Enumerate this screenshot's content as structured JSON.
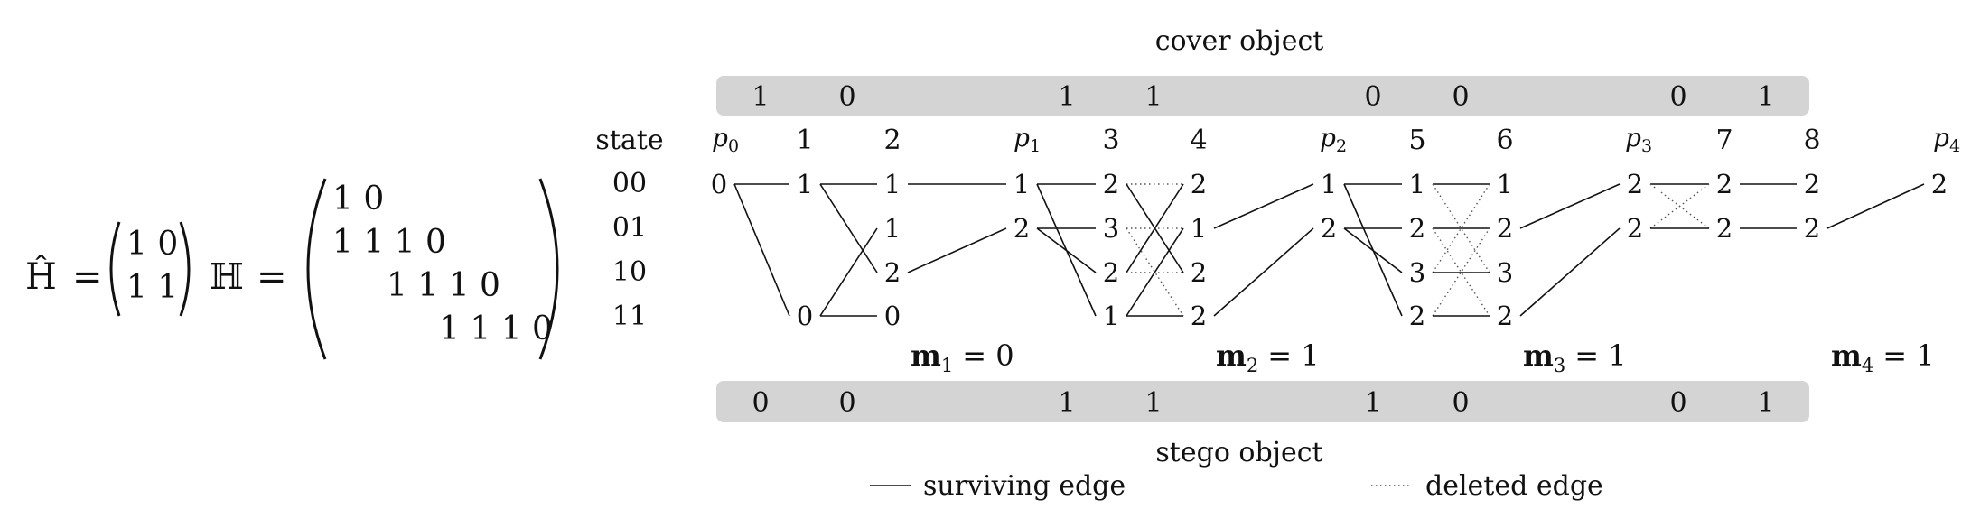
{
  "matrices": {
    "hhat_symbol": "Ĥ",
    "hhat_rows": [
      "1 0",
      "1 1"
    ],
    "h_symbol": "ℍ",
    "h_rows": [
      "1 0",
      "1 1 1 0",
      "1 1 1 0",
      "1 1 1 0"
    ],
    "equals": "="
  },
  "cover": {
    "title": "cover object",
    "bits": [
      "1",
      "0",
      "1",
      "1",
      "0",
      "0",
      "0",
      "1"
    ]
  },
  "stego": {
    "title": "stego object",
    "bits": [
      "0",
      "0",
      "1",
      "1",
      "1",
      "0",
      "0",
      "1"
    ]
  },
  "states": {
    "header": "state",
    "labels": [
      "00",
      "01",
      "10",
      "11"
    ]
  },
  "columns": {
    "p_labels": [
      {
        "base": "p",
        "sub": "0"
      },
      {
        "base": "p",
        "sub": "1"
      },
      {
        "base": "p",
        "sub": "2"
      },
      {
        "base": "p",
        "sub": "3"
      },
      {
        "base": "p",
        "sub": "4"
      }
    ],
    "numbers": [
      "1",
      "2",
      "3",
      "4",
      "5",
      "6",
      "7",
      "8"
    ]
  },
  "messages": [
    {
      "base": "m",
      "sub": "1",
      "value": "= 0"
    },
    {
      "base": "m",
      "sub": "2",
      "value": "= 1"
    },
    {
      "base": "m",
      "sub": "3",
      "value": "= 1"
    },
    {
      "base": "m",
      "sub": "4",
      "value": "= 1"
    }
  ],
  "legend": {
    "surviving": "surviving edge",
    "deleted": "deleted edge"
  },
  "trellis": {
    "columns": [
      "p0",
      "c1",
      "c2",
      "p1",
      "c3",
      "c4",
      "p2",
      "c5",
      "c6",
      "p3",
      "c7",
      "c8",
      "p4"
    ],
    "nodes": [
      {
        "col": "p0",
        "row": 0,
        "label": "0"
      },
      {
        "col": "c1",
        "row": 0,
        "label": "1"
      },
      {
        "col": "c1",
        "row": 3,
        "label": "0"
      },
      {
        "col": "c2",
        "row": 0,
        "label": "1"
      },
      {
        "col": "c2",
        "row": 1,
        "label": "1"
      },
      {
        "col": "c2",
        "row": 2,
        "label": "2"
      },
      {
        "col": "c2",
        "row": 3,
        "label": "0"
      },
      {
        "col": "p1",
        "row": 0,
        "label": "1"
      },
      {
        "col": "p1",
        "row": 1,
        "label": "2"
      },
      {
        "col": "c3",
        "row": 0,
        "label": "2"
      },
      {
        "col": "c3",
        "row": 1,
        "label": "3"
      },
      {
        "col": "c3",
        "row": 2,
        "label": "2"
      },
      {
        "col": "c3",
        "row": 3,
        "label": "1"
      },
      {
        "col": "c4",
        "row": 0,
        "label": "2"
      },
      {
        "col": "c4",
        "row": 1,
        "label": "1"
      },
      {
        "col": "c4",
        "row": 2,
        "label": "2"
      },
      {
        "col": "c4",
        "row": 3,
        "label": "2"
      },
      {
        "col": "p2",
        "row": 0,
        "label": "1"
      },
      {
        "col": "p2",
        "row": 1,
        "label": "2"
      },
      {
        "col": "c5",
        "row": 0,
        "label": "1"
      },
      {
        "col": "c5",
        "row": 1,
        "label": "2"
      },
      {
        "col": "c5",
        "row": 2,
        "label": "3"
      },
      {
        "col": "c5",
        "row": 3,
        "label": "2"
      },
      {
        "col": "c6",
        "row": 0,
        "label": "1"
      },
      {
        "col": "c6",
        "row": 1,
        "label": "2"
      },
      {
        "col": "c6",
        "row": 2,
        "label": "3"
      },
      {
        "col": "c6",
        "row": 3,
        "label": "2"
      },
      {
        "col": "p3",
        "row": 0,
        "label": "2"
      },
      {
        "col": "p3",
        "row": 1,
        "label": "2"
      },
      {
        "col": "c7",
        "row": 0,
        "label": "2"
      },
      {
        "col": "c7",
        "row": 1,
        "label": "2"
      },
      {
        "col": "c8",
        "row": 0,
        "label": "2"
      },
      {
        "col": "c8",
        "row": 1,
        "label": "2"
      },
      {
        "col": "p4",
        "row": 0,
        "label": "2"
      }
    ],
    "edges": [
      {
        "from": [
          "p0",
          0
        ],
        "to": [
          "c1",
          0
        ],
        "style": "solid"
      },
      {
        "from": [
          "p0",
          0
        ],
        "to": [
          "c1",
          3
        ],
        "style": "solid"
      },
      {
        "from": [
          "c1",
          0
        ],
        "to": [
          "c2",
          0
        ],
        "style": "solid"
      },
      {
        "from": [
          "c1",
          0
        ],
        "to": [
          "c2",
          2
        ],
        "style": "solid"
      },
      {
        "from": [
          "c1",
          3
        ],
        "to": [
          "c2",
          1
        ],
        "style": "solid"
      },
      {
        "from": [
          "c1",
          3
        ],
        "to": [
          "c2",
          3
        ],
        "style": "solid"
      },
      {
        "from": [
          "c2",
          0
        ],
        "to": [
          "p1",
          0
        ],
        "style": "solid"
      },
      {
        "from": [
          "c2",
          2
        ],
        "to": [
          "p1",
          1
        ],
        "style": "solid"
      },
      {
        "from": [
          "p1",
          0
        ],
        "to": [
          "c3",
          0
        ],
        "style": "solid"
      },
      {
        "from": [
          "p1",
          0
        ],
        "to": [
          "c3",
          3
        ],
        "style": "solid"
      },
      {
        "from": [
          "p1",
          1
        ],
        "to": [
          "c3",
          1
        ],
        "style": "solid"
      },
      {
        "from": [
          "p1",
          1
        ],
        "to": [
          "c3",
          2
        ],
        "style": "solid"
      },
      {
        "from": [
          "c3",
          0
        ],
        "to": [
          "c4",
          0
        ],
        "style": "dotted"
      },
      {
        "from": [
          "c3",
          0
        ],
        "to": [
          "c4",
          2
        ],
        "style": "solid"
      },
      {
        "from": [
          "c3",
          1
        ],
        "to": [
          "c4",
          1
        ],
        "style": "dotted"
      },
      {
        "from": [
          "c3",
          1
        ],
        "to": [
          "c4",
          3
        ],
        "style": "dotted"
      },
      {
        "from": [
          "c3",
          2
        ],
        "to": [
          "c4",
          0
        ],
        "style": "solid"
      },
      {
        "from": [
          "c3",
          2
        ],
        "to": [
          "c4",
          2
        ],
        "style": "dotted"
      },
      {
        "from": [
          "c3",
          3
        ],
        "to": [
          "c4",
          1
        ],
        "style": "solid"
      },
      {
        "from": [
          "c3",
          3
        ],
        "to": [
          "c4",
          3
        ],
        "style": "solid"
      },
      {
        "from": [
          "c4",
          1
        ],
        "to": [
          "p2",
          0
        ],
        "style": "solid"
      },
      {
        "from": [
          "c4",
          3
        ],
        "to": [
          "p2",
          1
        ],
        "style": "solid"
      },
      {
        "from": [
          "p2",
          0
        ],
        "to": [
          "c5",
          0
        ],
        "style": "solid"
      },
      {
        "from": [
          "p2",
          0
        ],
        "to": [
          "c5",
          3
        ],
        "style": "solid"
      },
      {
        "from": [
          "p2",
          1
        ],
        "to": [
          "c5",
          1
        ],
        "style": "solid"
      },
      {
        "from": [
          "p2",
          1
        ],
        "to": [
          "c5",
          2
        ],
        "style": "solid"
      },
      {
        "from": [
          "c5",
          0
        ],
        "to": [
          "c6",
          0
        ],
        "style": "solid"
      },
      {
        "from": [
          "c5",
          0
        ],
        "to": [
          "c6",
          2
        ],
        "style": "dotted"
      },
      {
        "from": [
          "c5",
          1
        ],
        "to": [
          "c6",
          1
        ],
        "style": "solid"
      },
      {
        "from": [
          "c5",
          1
        ],
        "to": [
          "c6",
          3
        ],
        "style": "dotted"
      },
      {
        "from": [
          "c5",
          2
        ],
        "to": [
          "c6",
          0
        ],
        "style": "dotted"
      },
      {
        "from": [
          "c5",
          2
        ],
        "to": [
          "c6",
          2
        ],
        "style": "solid"
      },
      {
        "from": [
          "c5",
          3
        ],
        "to": [
          "c6",
          1
        ],
        "style": "dotted"
      },
      {
        "from": [
          "c5",
          3
        ],
        "to": [
          "c6",
          3
        ],
        "style": "solid"
      },
      {
        "from": [
          "c6",
          1
        ],
        "to": [
          "p3",
          0
        ],
        "style": "solid"
      },
      {
        "from": [
          "c6",
          3
        ],
        "to": [
          "p3",
          1
        ],
        "style": "solid"
      },
      {
        "from": [
          "p3",
          0
        ],
        "to": [
          "c7",
          0
        ],
        "style": "solid"
      },
      {
        "from": [
          "p3",
          0
        ],
        "to": [
          "c7",
          1
        ],
        "style": "dotted"
      },
      {
        "from": [
          "p3",
          1
        ],
        "to": [
          "c7",
          0
        ],
        "style": "dotted"
      },
      {
        "from": [
          "p3",
          1
        ],
        "to": [
          "c7",
          1
        ],
        "style": "solid"
      },
      {
        "from": [
          "c7",
          0
        ],
        "to": [
          "c8",
          0
        ],
        "style": "solid"
      },
      {
        "from": [
          "c7",
          1
        ],
        "to": [
          "c8",
          1
        ],
        "style": "solid"
      },
      {
        "from": [
          "c8",
          1
        ],
        "to": [
          "p4",
          0
        ],
        "style": "solid"
      }
    ]
  }
}
